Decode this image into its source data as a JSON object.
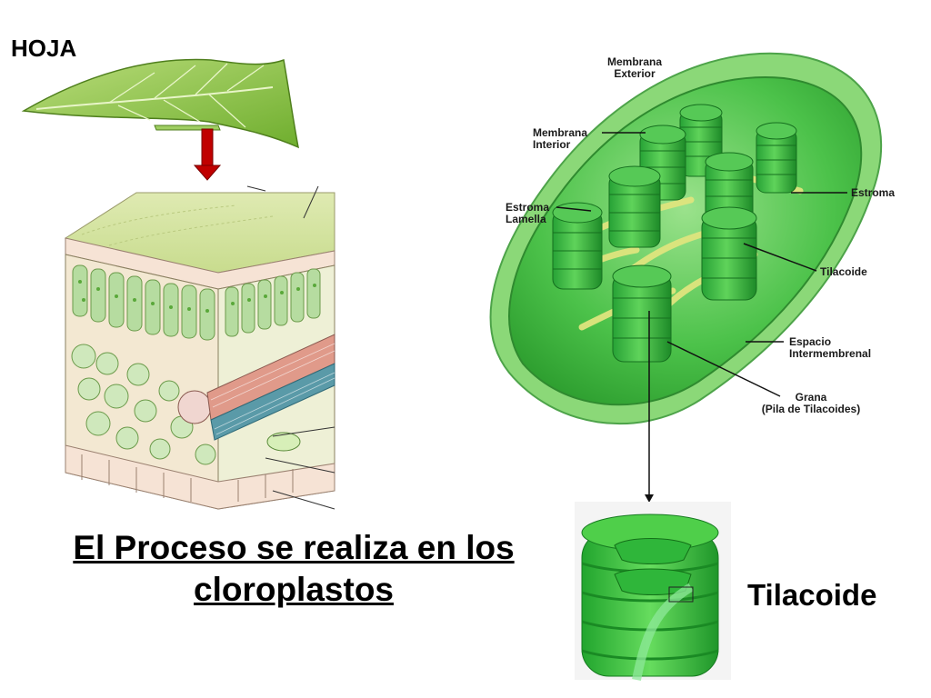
{
  "titles": {
    "leaf": "HOJA",
    "process_line1": "El Proceso se realiza en los",
    "process_line2": "cloroplastos",
    "thylakoid": "Tilacoide"
  },
  "chloroplast_labels": {
    "outer_membrane_l1": "Membrana",
    "outer_membrane_l2": "Exterior",
    "inner_membrane_l1": "Membrana",
    "inner_membrane_l2": "Interior",
    "stroma_lamella_l1": "Estroma",
    "stroma_lamella_l2": "Lamella",
    "stroma": "Estroma",
    "thylakoid": "Tilacoide",
    "intermembrane_l1": "Espacio",
    "intermembrane_l2": "Intermembrenal",
    "grana_l1": "Grana",
    "grana_l2": "(Pila de Tilacoides)"
  },
  "colors": {
    "leaf": "#8cc63f",
    "arrow": "#c00000",
    "chloroplast": "#3cbf3c",
    "grana": "#1f9e2a",
    "lamella": "#d8e07a"
  }
}
